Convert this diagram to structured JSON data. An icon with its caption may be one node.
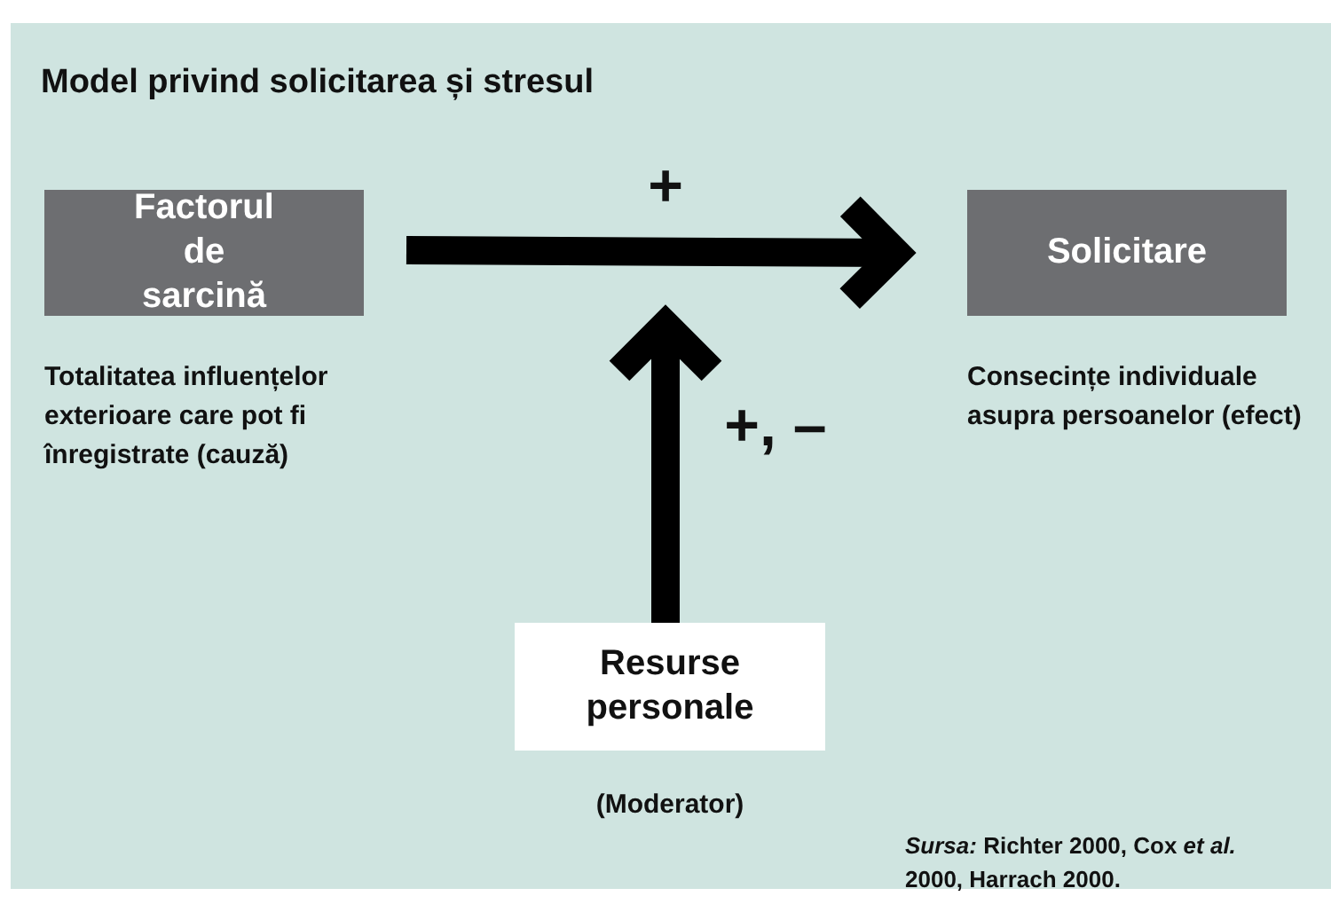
{
  "diagram": {
    "title": "Model privind solicitarea și stresul",
    "nodes": [
      {
        "text": [
          "Factorul de sarcină"
        ],
        "beside": [
          "Totalitatea influențelor exterioare care pot fi înregistrate (cauză)"
        ]
      },
      {
        "text": [
          "Solicitare"
        ],
        "beside": [
          "Consecințe individuale asupra persoanelor (efect)"
        ]
      },
      {
        "text": [
          "Resurse personale"
        ],
        "beside": [
          "(Moderator)"
        ]
      }
    ],
    "edges": [
      {
        "from": 0,
        "to": 1,
        "arrow": "to",
        "label": "+"
      },
      {
        "from": 2,
        "to": null,
        "arrow": "to",
        "label": "+, –"
      }
    ],
    "labels": [
      "*Sursa:* Richter 2000, Cox *et al.* 2000, Harrach 2000."
    ]
  }
}
